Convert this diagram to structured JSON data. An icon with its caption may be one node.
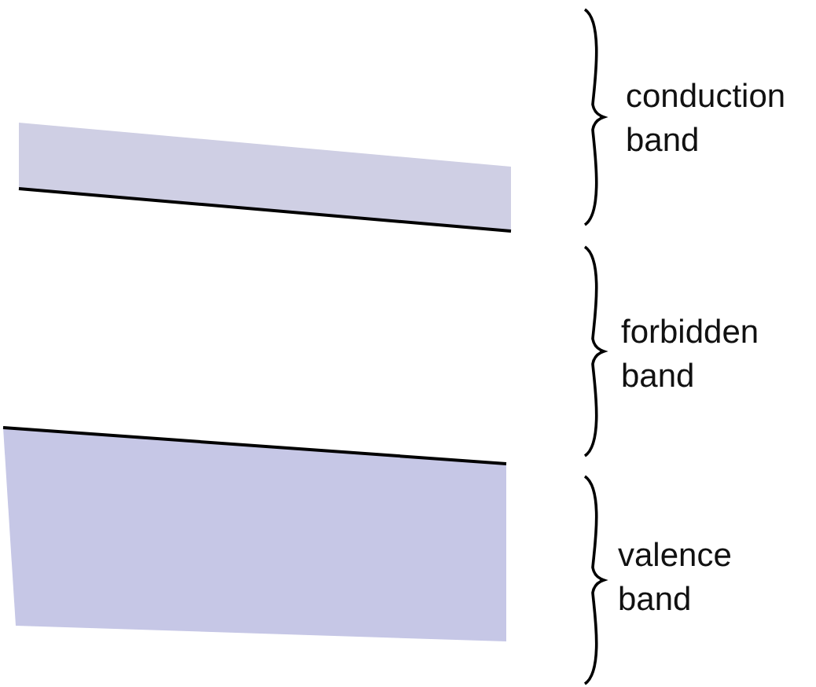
{
  "diagram": {
    "labels": [
      "conduction band",
      "forbidden band",
      "valence band"
    ]
  }
}
